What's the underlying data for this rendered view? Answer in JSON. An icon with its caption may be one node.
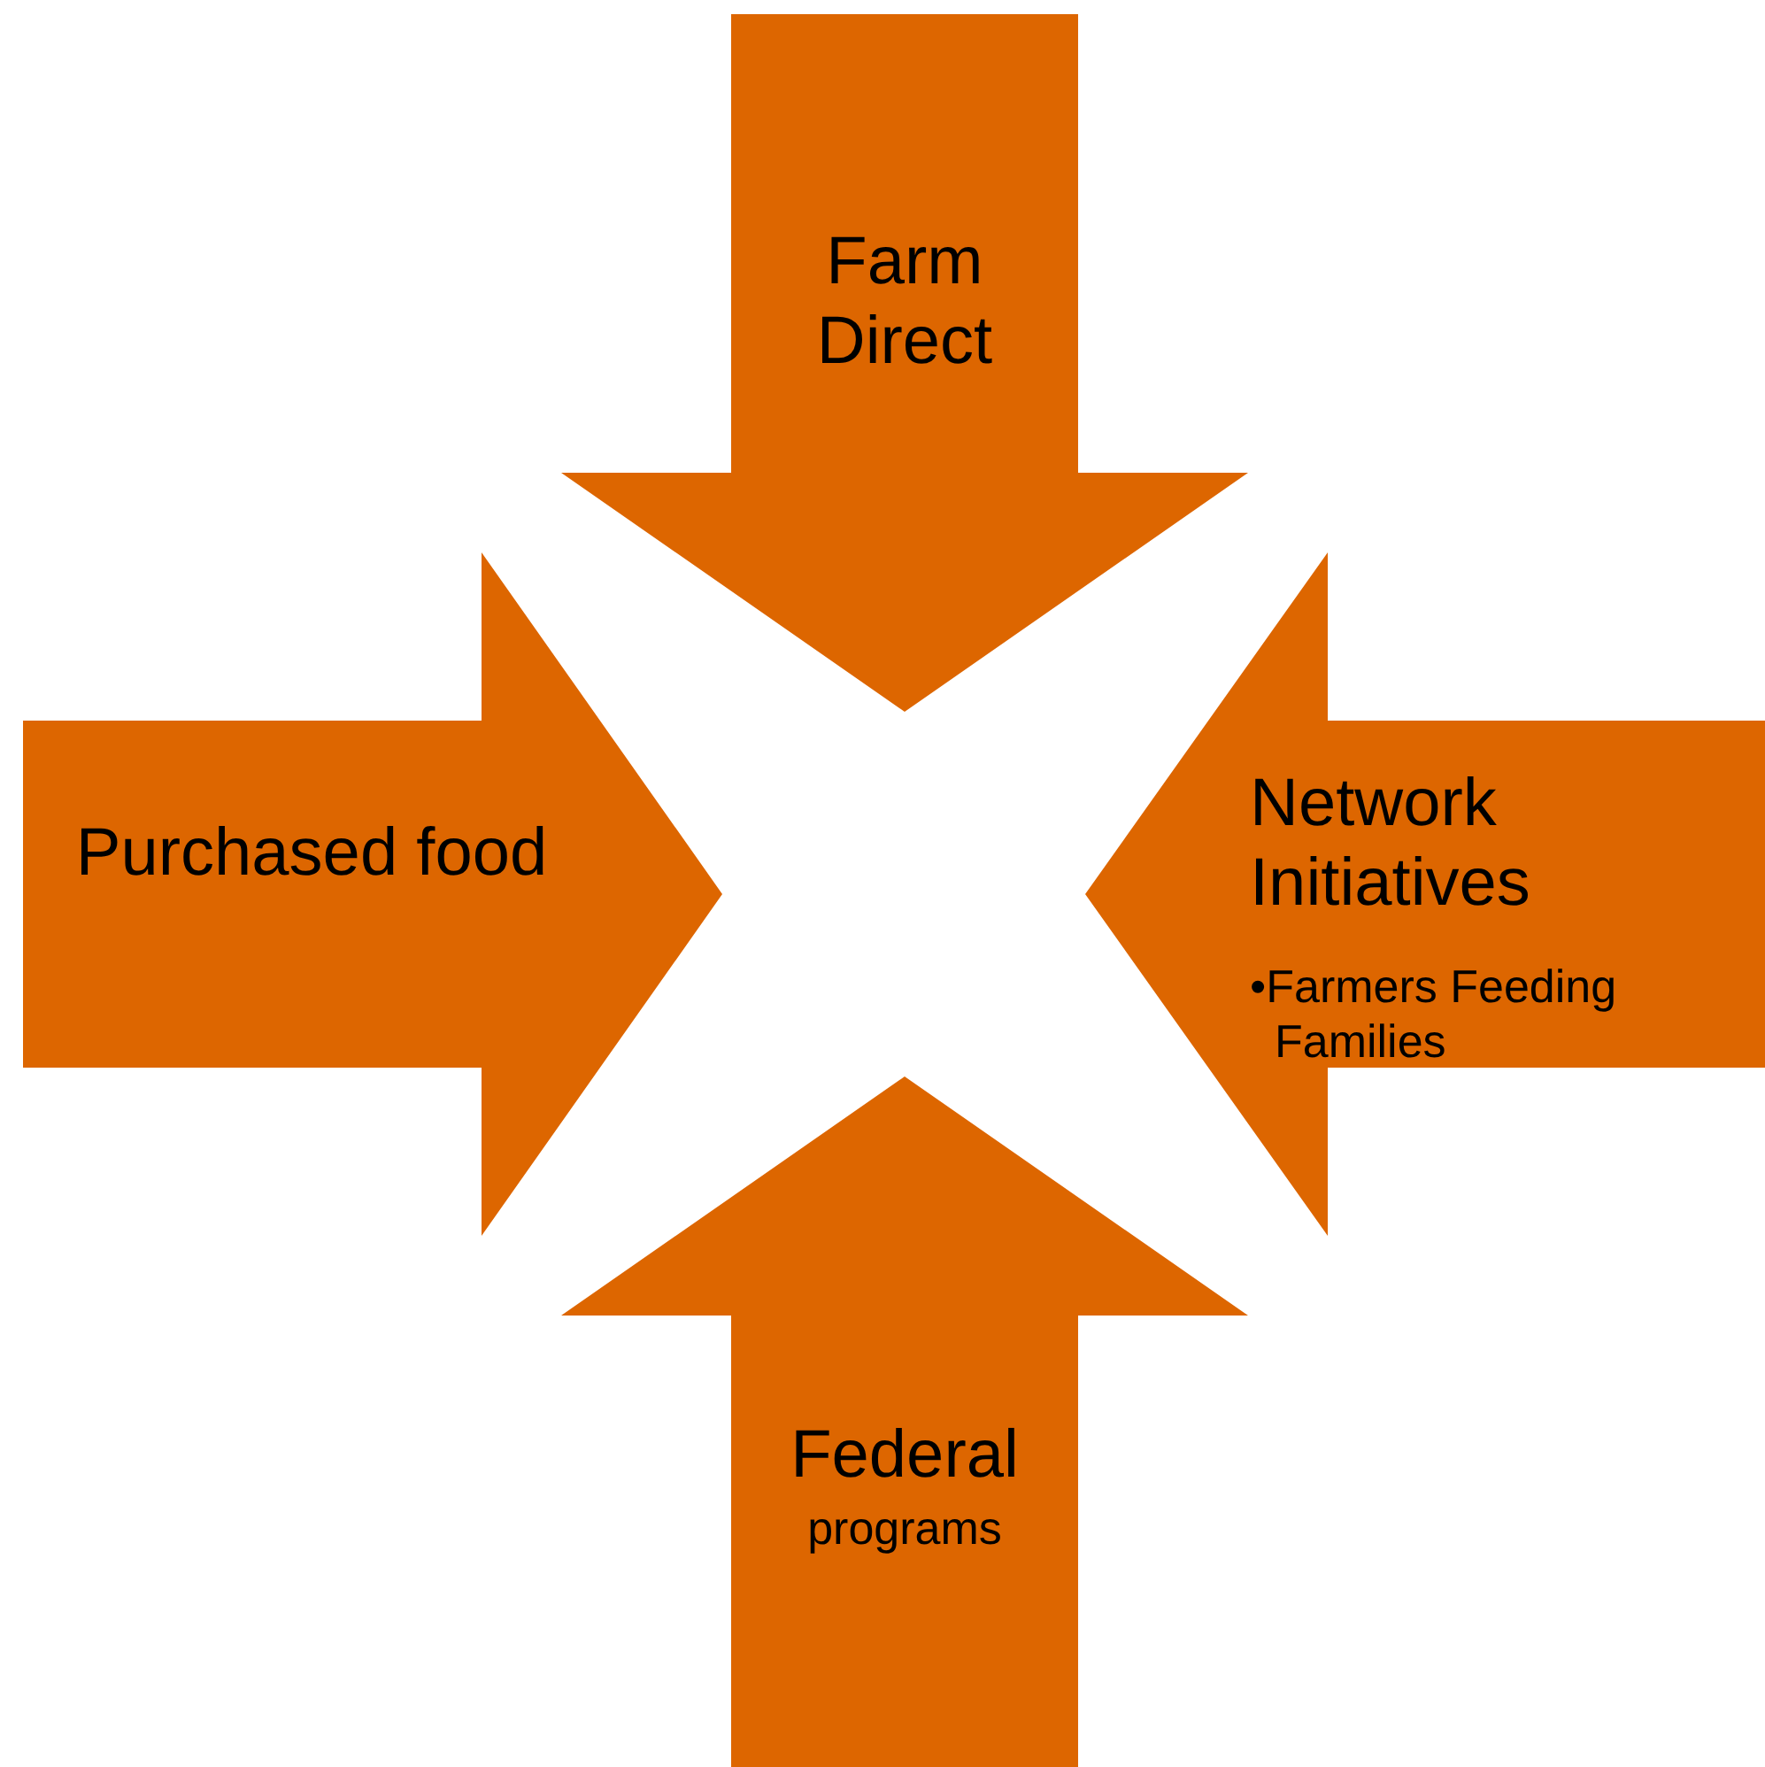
{
  "diagram": {
    "nodes": [
      {
        "text": [
          "Farm Direct"
        ]
      },
      {
        "text": [
          "Purchased food"
        ]
      },
      {
        "text": [
          "Network Initiatives",
          "•Farmers Feeding Families"
        ]
      },
      {
        "text": [
          "Federal",
          "programs"
        ]
      }
    ]
  }
}
